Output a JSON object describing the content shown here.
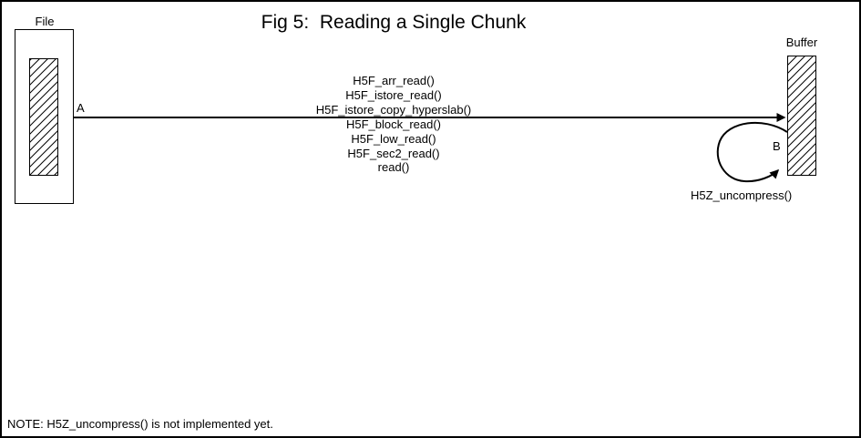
{
  "title": "Fig 5:  Reading a Single Chunk",
  "file": {
    "label": "File"
  },
  "buffer": {
    "label": "Buffer"
  },
  "arrow_a": {
    "label": "A"
  },
  "call_stack": [
    "H5F_arr_read()",
    "H5F_istore_read()",
    "H5F_istore_copy_hyperslab()",
    "H5F_block_read()",
    "H5F_low_read()",
    "H5F_sec2_read()",
    "read()"
  ],
  "loop_b": {
    "label": "B",
    "caption": "H5Z_uncompress()"
  },
  "note": "NOTE: H5Z_uncompress() is not implemented yet.",
  "colors": {
    "ink": "#000000",
    "background": "#ffffff"
  }
}
